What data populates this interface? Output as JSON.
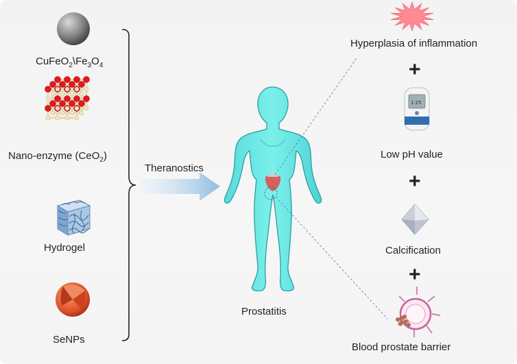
{
  "left_column": {
    "material_1": {
      "icon": "sphere-icon",
      "label_main": "CuFeO",
      "label_sub1": "2",
      "label_mid": "\\Fe",
      "label_sub2": "3",
      "label_o": "O",
      "label_sub3": "4"
    },
    "material_2": {
      "icon": "crystal-lattice-icon",
      "label_main": "Nano-enzyme (CeO",
      "label_sub": "2",
      "label_end": ")"
    },
    "material_3": {
      "icon": "hydrogel-cube-icon",
      "label": "Hydrogel"
    },
    "material_4": {
      "icon": "cut-sphere-icon",
      "label": "SeNPs"
    }
  },
  "center": {
    "arrow_label": "Theranostics",
    "body_icon": "human-body-icon",
    "body_label": "Prostatitis"
  },
  "right_column": {
    "item_1": {
      "icon": "burst-icon",
      "label": "Hyperplasia of inflammation"
    },
    "plus_1": "+",
    "item_2": {
      "icon": "glucose-meter-icon",
      "label": "Low pH value"
    },
    "plus_2": "+",
    "item_3": {
      "icon": "octahedron-crystal-icon",
      "label": "Calcification"
    },
    "plus_3": "+",
    "item_4": {
      "icon": "cell-barrier-icon",
      "label": "Blood prostate barrier"
    }
  },
  "colors": {
    "body_fill": "#5fe3e0",
    "body_stroke": "#2b9c9f",
    "arrow": "#9cc6e6",
    "prostate": "#d9534f",
    "burst": "#ff8a94",
    "meter_blue": "#2f6fb0"
  }
}
